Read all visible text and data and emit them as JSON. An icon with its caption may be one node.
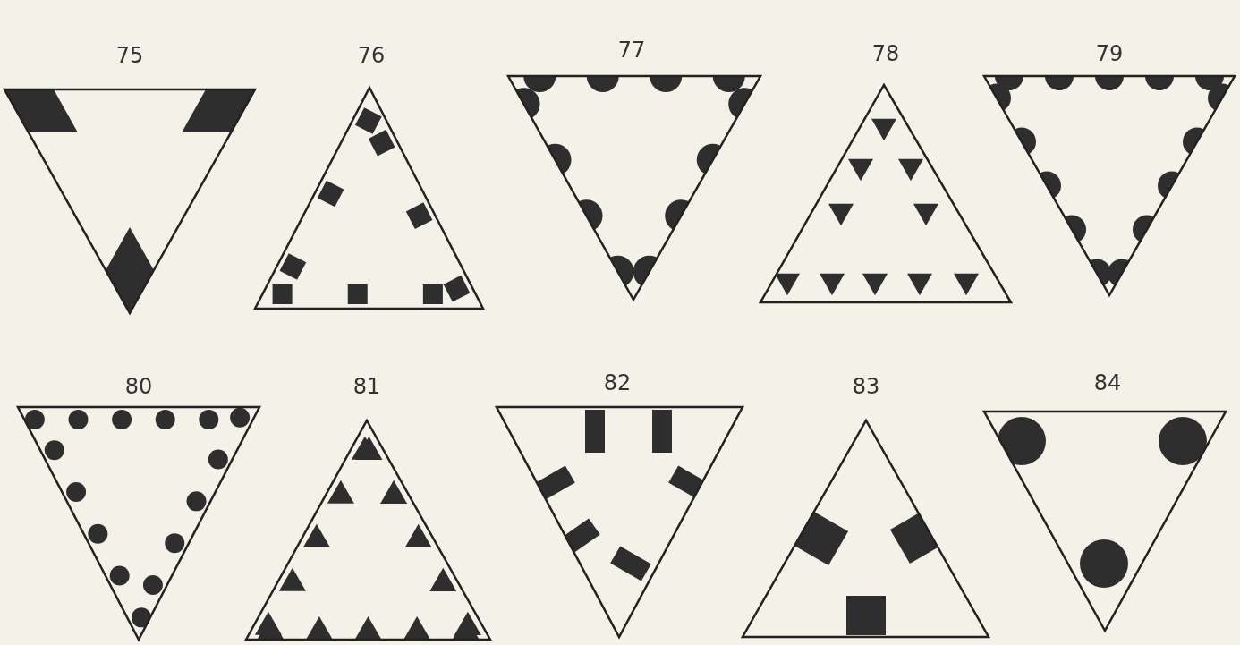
{
  "diagram": {
    "labels": [
      "75",
      "76",
      "77",
      "78",
      "79",
      "80",
      "81",
      "82",
      "83",
      "84"
    ]
  }
}
